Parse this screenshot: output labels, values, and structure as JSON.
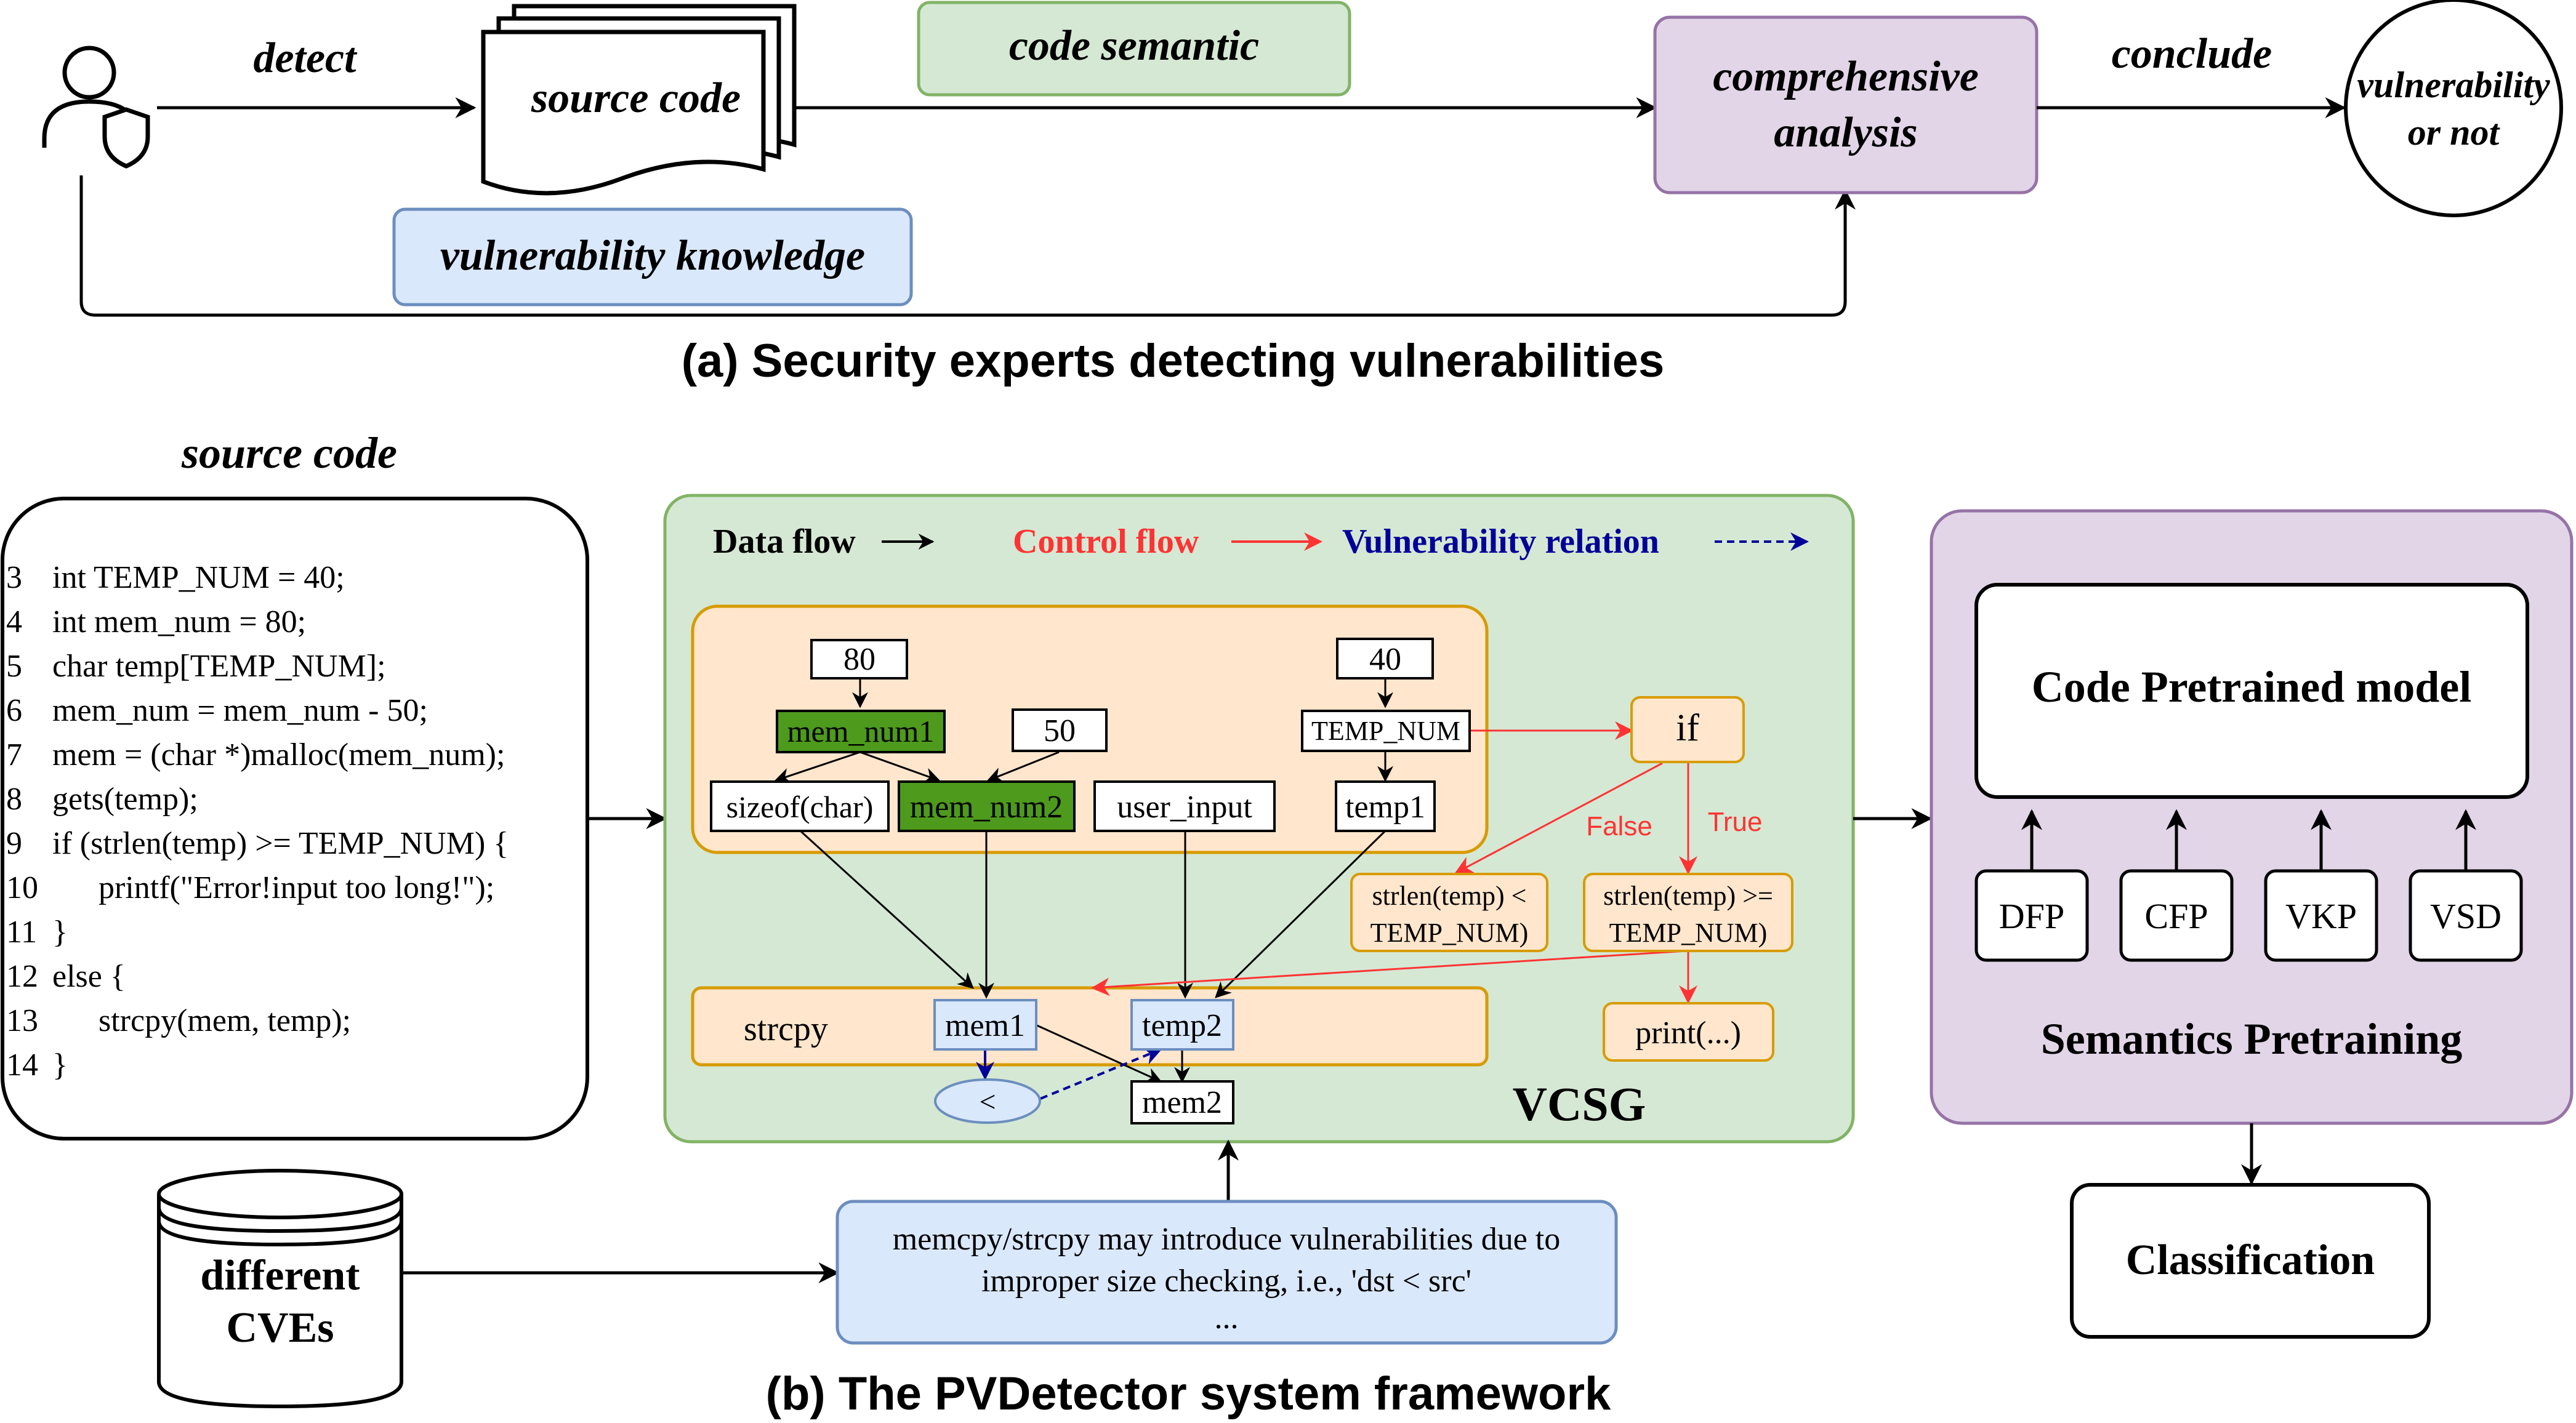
{
  "part_a": {
    "caption": "(a) Security experts detecting vulnerabilities",
    "detect_label": "detect",
    "source_code_label": "source code",
    "code_semantic_label": "code semantic",
    "vulnerability_knowledge_label": "vulnerability knowledge",
    "analysis_line1": "comprehensive",
    "analysis_line2": "analysis",
    "conclude_label": "conclude",
    "result_line1": "vulnerability",
    "result_line2": "or not",
    "expert_icon": "security-expert-icon"
  },
  "part_b": {
    "caption": "(b) The PVDetector system framework",
    "source_code_title": "source code",
    "code_lines": [
      {
        "num": "3",
        "text": "int TEMP_NUM = 40;"
      },
      {
        "num": "4",
        "text": "int mem_num = 80;"
      },
      {
        "num": "5",
        "text": "char temp[TEMP_NUM];"
      },
      {
        "num": "6",
        "text": "mem_num = mem_num - 50;"
      },
      {
        "num": "7",
        "text": "mem = (char *)malloc(mem_num);"
      },
      {
        "num": "8",
        "text": "gets(temp);"
      },
      {
        "num": "9",
        "text": "if (strlen(temp) >= TEMP_NUM) {"
      },
      {
        "num": "10",
        "text": "printf(\"Error!input too long!\");"
      },
      {
        "num": "11",
        "text": "}"
      },
      {
        "num": "12",
        "text": "else {"
      },
      {
        "num": "13",
        "text": "strcpy(mem, temp);"
      },
      {
        "num": "14",
        "text": "}"
      }
    ],
    "legend": {
      "data_flow": "Data flow",
      "control_flow": "Control flow",
      "vulnerability_relation": "Vulnerability relation"
    },
    "nodes": {
      "n80": "80",
      "mem_num1": "mem_num1",
      "n50": "50",
      "sizeof": "sizeof(char)",
      "mem_num2": "mem_num2",
      "user_input": "user_input",
      "n40": "40",
      "temp_num": "TEMP_NUM",
      "temp1": "temp1",
      "strcpy": "strcpy",
      "mem1": "mem1",
      "temp2": "temp2",
      "lt": "<",
      "mem2": "mem2",
      "if": "if",
      "false_label": "False",
      "true_label": "True",
      "cond_false_line1": "strlen(temp) <",
      "cond_false_line2": "TEMP_NUM)",
      "cond_true_line1": "strlen(temp) >=",
      "cond_true_line2": "TEMP_NUM)",
      "print": "print(...)"
    },
    "vcsg_label": "VCSG",
    "cves_line1": "different",
    "cves_line2": "CVEs",
    "knowledge_line1": "memcpy/strcpy may introduce vulnerabilities due to",
    "knowledge_line2": "improper size checking, i.e., 'dst < src'",
    "knowledge_line3": "...",
    "pretrained_model": "Code Pretrained model",
    "tasks": [
      "DFP",
      "CFP",
      "VKP",
      "VSD"
    ],
    "pretraining_label": "Semantics Pretraining",
    "classification": "Classification"
  },
  "colors": {
    "semantic_fill": "#d5e8d4",
    "semantic_stroke": "#82b366",
    "knowledge_fill": "#dae8fc",
    "knowledge_stroke": "#6c8ebf",
    "analysis_fill": "#e1d5e7",
    "analysis_stroke": "#9673a6",
    "orange_fill": "#ffe6cc",
    "orange_stroke": "#d79b00",
    "dark_green": "#4d9a1d",
    "control_red": "#ff3333",
    "vuln_blue": "#000099"
  }
}
